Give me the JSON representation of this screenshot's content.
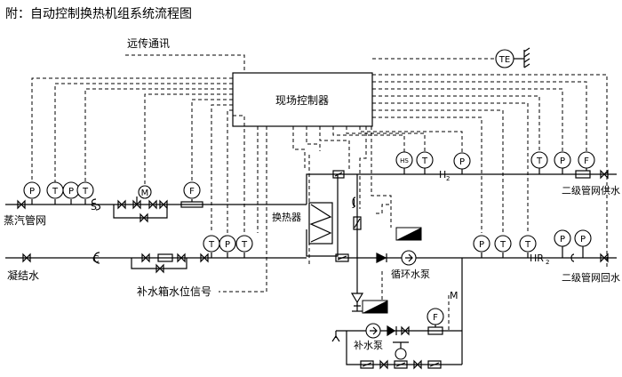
{
  "title": "附：自动控制换热机组系统流程图",
  "labels": {
    "remote_comm": "远传通讯",
    "controller": "现场控制器",
    "steam_net": "蒸汽管网",
    "condensate": "凝结水",
    "heat_exchanger": "换热器",
    "circ_pump": "循环水泵",
    "makeup_pump": "补水泵",
    "tank_signal": "补水箱水位信号",
    "sec_supply": "二级管网供水",
    "sec_return": "二级管网回水",
    "mark_s": "S",
    "mark_c": "C",
    "mark_h2": "H",
    "mark_hr2": "HR",
    "mark_sub2": "2",
    "mark_m": "M",
    "mark_j": "J"
  },
  "instruments": {
    "p": "P",
    "t": "T",
    "f": "F",
    "m": "M",
    "te": "TE",
    "hs": "HS",
    "sub": "T"
  },
  "colors": {
    "line": "#000000",
    "background": "#ffffff"
  }
}
